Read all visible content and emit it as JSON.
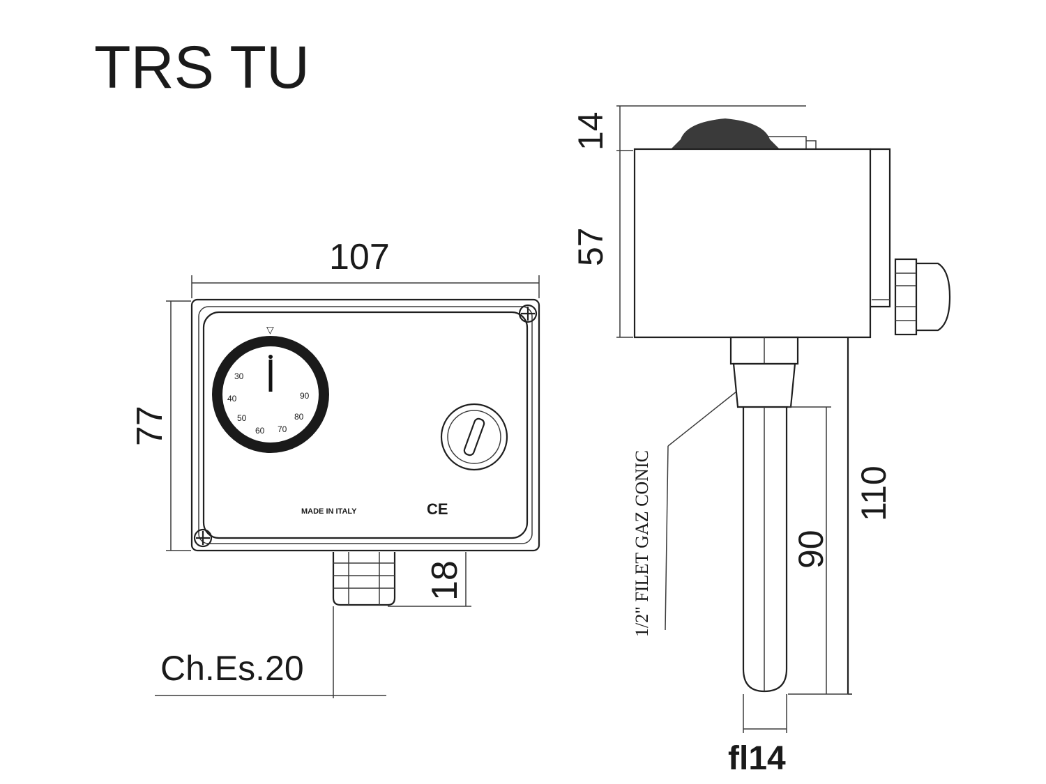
{
  "title": "TRS TU",
  "front_view": {
    "width_label": "107",
    "height_label": "77",
    "gland_offset_label": "18",
    "hex_label": "Ch.Es.20",
    "made_in_label": "MADE IN ITALY",
    "ce_mark": "CE",
    "dial_scale": [
      "30",
      "40",
      "50",
      "60",
      "70",
      "80",
      "90"
    ]
  },
  "side_view": {
    "knob_height_label": "14",
    "body_height_label": "57",
    "probe_total_label": "110",
    "probe_length_label": "90",
    "probe_diameter_label": "fl14",
    "thread_note": "1/2\" FILET GAZ CONIC"
  }
}
